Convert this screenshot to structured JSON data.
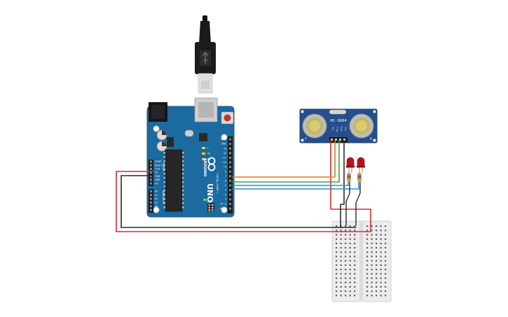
{
  "arduino": {
    "logo_text": "ARDUINO",
    "model_text": "UNO",
    "digital_label": "DIGITAL (PWM~)",
    "power_label": "POWER",
    "analog_label": "ANALOG IN",
    "right_pins": [
      "AREF",
      "GND",
      "13",
      "12",
      "~11",
      "~10",
      "~9",
      "8",
      "7",
      "~6",
      "~5",
      "4",
      "~3",
      "2",
      "TX→1",
      "RX←0"
    ],
    "power_pins": [
      "IOREF",
      "RESET",
      "3.3V",
      "5V",
      "GND",
      "GND",
      "Vin"
    ],
    "analog_pins": [
      "A0",
      "A1",
      "A2",
      "A3",
      "A4",
      "A5"
    ],
    "led_labels": [
      "L",
      "TX",
      "RX",
      "ON"
    ]
  },
  "sensor": {
    "model_text": "HC-SR04",
    "pin_labels": [
      "Vcc",
      "Trig",
      "Echo",
      "Gnd"
    ],
    "side_labels": [
      "T",
      "R"
    ]
  },
  "colors": {
    "board": "#1b6aa0",
    "wire_red": "#d8282e",
    "wire_black": "#2a2a2a",
    "wire_orange": "#e07a1a",
    "wire_green": "#3aa64a",
    "wire_blue": "#2e8fc7",
    "led_red": "#b8121c",
    "breadboard": "#ececec"
  }
}
